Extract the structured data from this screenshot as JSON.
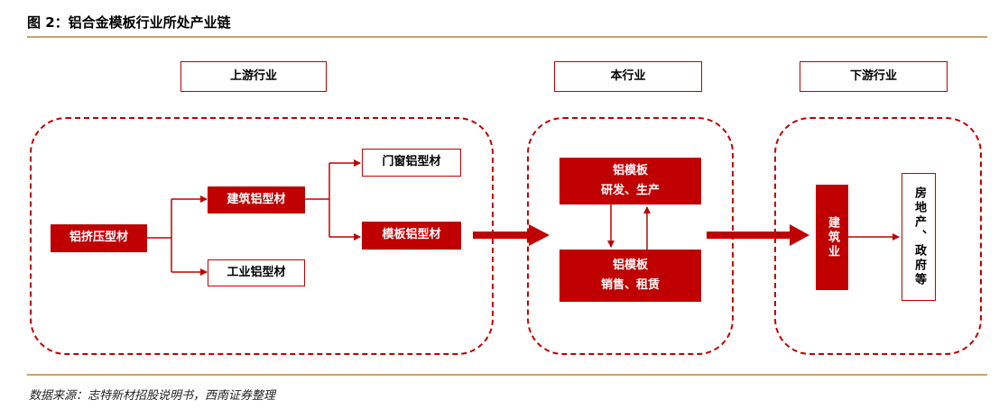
{
  "figure": {
    "title": "图 2：铝合金模板行业所处产业链",
    "source": "数据来源：志特新材招股说明书，西南证券整理"
  },
  "sections": {
    "upstream": "上游行业",
    "midstream": "本行业",
    "downstream": "下游行业"
  },
  "nodes": {
    "extrusion": "铝挤压型材",
    "building": "建筑铝型材",
    "industrial": "工业铝型材",
    "window": "门窗铝型材",
    "formwork": "模板铝型材",
    "rd_title": "铝模板",
    "rd_sub": "研发、生产",
    "sales_title": "铝模板",
    "sales_sub": "销售、租赁",
    "construction": "建筑业",
    "realestate": "房地产、政府等"
  },
  "colors": {
    "accent": "#c00000",
    "rule": "#c5a36b"
  }
}
